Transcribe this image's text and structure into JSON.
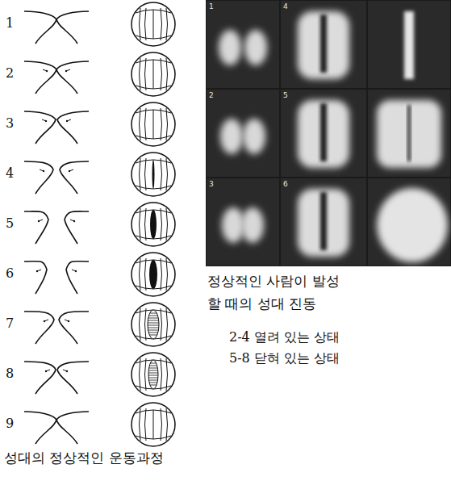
{
  "diagram": {
    "caption": "성대의 정상적인 운동과정",
    "labels": [
      "1",
      "2",
      "3",
      "4",
      "5",
      "6",
      "7",
      "8",
      "9",
      "정상적인 사람이 발성 할 때의 성대 진동",
      "2-4 열려 있는 상태",
      "5-8 닫혀 있는 상태",
      "1",
      "4",
      "2",
      "5",
      "3",
      "6"
    ]
  }
}
